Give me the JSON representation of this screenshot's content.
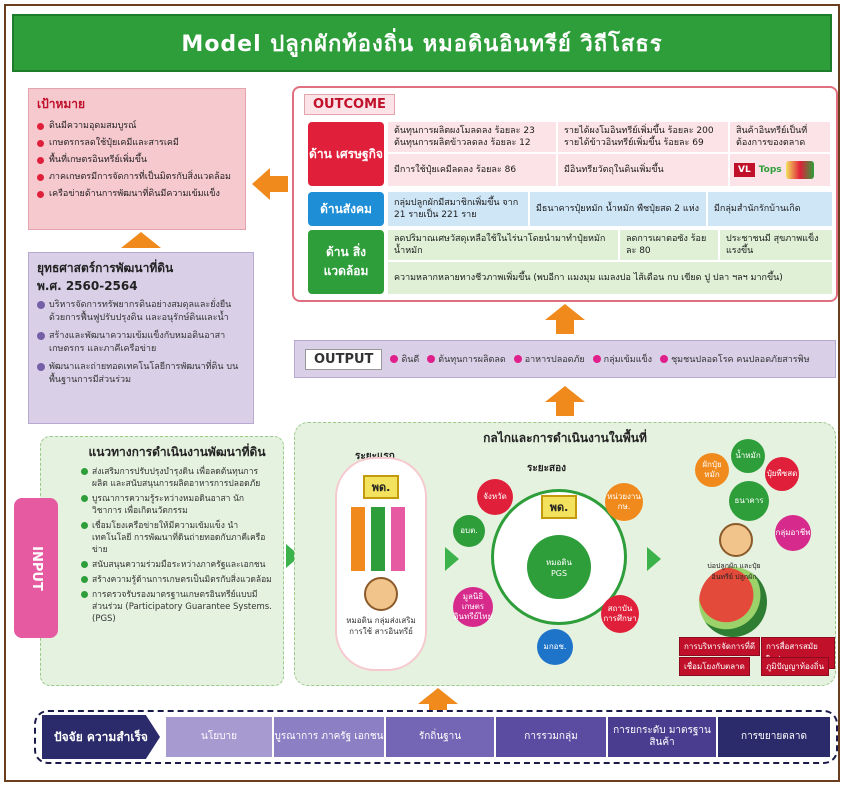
{
  "header": {
    "title": "Model ปลูกผักท้องถิ่น หมอดินอินทรีย์ วิถีโสธร"
  },
  "goals": {
    "title": "เป้าหมาย",
    "items": [
      "ดินมีความอุดมสมบูรณ์",
      "เกษตรกรลดใช้ปุ๋ยเคมีและสารเคมี",
      "พื้นที่เกษตรอินทรีย์เพิ่มขึ้น",
      "ภาคเกษตรมีการจัดการที่เป็นมิตรกับสิ่งแวดล้อม",
      "เครือข่ายด้านการพัฒนาที่ดินมีความเข้มแข็ง"
    ]
  },
  "strategy": {
    "title_line1": "ยุทธศาสตร์การพัฒนาที่ดิน",
    "title_line2": "พ.ศ. 2560-2564",
    "items": [
      "บริหารจัดการทรัพยากรดินอย่างสมดุลและยั่งยืน ด้วยการฟื้นฟูปรับปรุงดิน และอนุรักษ์ดินและน้ำ",
      "สร้างและพัฒนาความเข้มแข็งกับหมอดินอาสา เกษตรกร และภาคีเครือข่าย",
      "พัฒนาและถ่ายทอดเทคโนโลยีการพัฒนาที่ดิน บนพื้นฐานการมีส่วนร่วม"
    ]
  },
  "outcome": {
    "title": "OUTCOME",
    "economy_label": "ด้าน เศรษฐกิจ",
    "economy_cells": [
      "ต้นทุนการผลิตผงโมลดลง ร้อยละ 23 ต้นทุนการผลิตข้าวลดลง ร้อยละ 12",
      "รายได้ผงโมอินทรีย์เพิ่มขึ้น ร้อยละ 200 รายได้ข้าวอินทรีย์เพิ่มขึ้น ร้อยละ 69",
      "สินค้าอินทรีย์เป็นที่ ต้องการของตลาด",
      "มีการใช้ปุ๋ยเคมีลดลง ร้อยละ 86",
      "มีอินทรียวัตถุในดินเพิ่มขึ้น"
    ],
    "tops_label": "Tops",
    "social_label": "ด้านสังคม",
    "social_cells": [
      "กลุ่มปลูกผักมีสมาชิกเพิ่มขึ้น จาก 21 รายเป็น 221 ราย",
      "มีธนาคารปุ๋ยหมัก น้ำหมัก พืชปุ๋ยสด 2 แห่ง",
      "มีกลุ่มสำนักรักบ้านเกิด"
    ],
    "env_label": "ด้าน สิ่งแวดล้อม",
    "env_cells": [
      "ลดปริมาณเศษวัสดุเหลือใช้ในไร่นาโดยนำมาทำปุ๋ยหมัก น้ำหมัก",
      "ลดการเผาตอซัง ร้อยละ 80",
      "ประชาชนมี สุขภาพแข็งแรงขึ้น",
      "ความหลากหลายทางชีวภาพเพิ่มขึ้น (พบอีกา แมงมุม แมลงปอ ไส้เดือน กบ เขียด ปู ปลา ฯลฯ มากขึ้น)"
    ]
  },
  "output": {
    "title": "OUTPUT",
    "items": [
      "ดินดี",
      "ต้นทุนการผลิตลด",
      "อาหารปลอดภัย",
      "กลุ่มเข้มแข็ง",
      "ชุมชนปลอดโรค คนปลอดภัยสารพิษ"
    ]
  },
  "approach": {
    "title": "แนวทางการดำเนินงานพัฒนาที่ดิน",
    "input_label": "INPUT",
    "items": [
      "ส่งเสริมการปรับปรุงบำรุงดิน เพื่อลดต้นทุนการผลิต และสนับสนุนการผลิตอาหารการปลอดภัย",
      "บูรณาการความรู้ระหว่างหมอดินอาสา นักวิชาการ เพื่อเกิดนวัตกรรม",
      "เชื่อมโยงเครือข่ายให้มีความเข้มแข็ง นำเทคโนโลยี การพัฒนาที่ดินถ่ายทอดกับภาคีเครือข่าย",
      "สนับสนุนความร่วมมือระหว่างภาครัฐและเอกชน",
      "สร้างความรู้ด้านการเกษตรเป็นมิตรกับสิ่งแวดล้อม",
      "การตรวจรับรองมาตรฐานเกษตรอินทรีย์แบบมี ส่วนร่วม (Participatory Guarantee Systems. (PGS)"
    ]
  },
  "mechanism": {
    "title": "กลไกและการดำเนินงานในพื้นที่",
    "phase1_label": "ระยะแรก",
    "phase2_label": "ระยะสอง",
    "pd_label": "พด.",
    "phase1_caption": "หมอดิน กลุ่มส่งเสริม การใช้ สารอินทรีย์",
    "hub_line1": "หมอดิน",
    "hub_line2": "PGS",
    "nodes": [
      "จังหวัด",
      "หน่วยงาน กษ.",
      "อบต.",
      "มูลนิธิ เกษตร อินทรีย์ไทย",
      "มกอช.",
      "สถาบัน การศึกษา"
    ],
    "right_nodes": [
      "น้ำหมัก",
      "ผักปุ๋ยหมัก",
      "ปุ๋ยพืชสด",
      "ธนาคาร",
      "กลุ่มอาชีพ"
    ],
    "right_boxes": [
      "การบริหารจัดการที่ดี",
      "การสื่อสารสมัยใหม่",
      "เชื่อมโยงกับตลาด",
      "ภูมิปัญญาท้องถิ่น"
    ],
    "pond_caption": "บ่อปลูกผัก และปุ๋ยอินทรีย์ ปลูกผัก"
  },
  "factors": {
    "head": "ปัจจัย ความสำเร็จ",
    "items": [
      "นโยบาย",
      "บูรณาการ ภาครัฐ เอกชน",
      "รักถิ่นฐาน",
      "การรวมกลุ่ม",
      "การยกระดับ มาตรฐานสินค้า",
      "การขยายตลาด"
    ],
    "colors": [
      "#a79ad1",
      "#8d7fc4",
      "#7566b5",
      "#5b4ba1",
      "#4a3c8f",
      "#2b2a6b"
    ]
  },
  "colors": {
    "header_green": "#2e9e3a",
    "economy": "#e0203a",
    "social": "#1e8fd6",
    "environment": "#2e9e3a",
    "arrow": "#f08a1c"
  }
}
